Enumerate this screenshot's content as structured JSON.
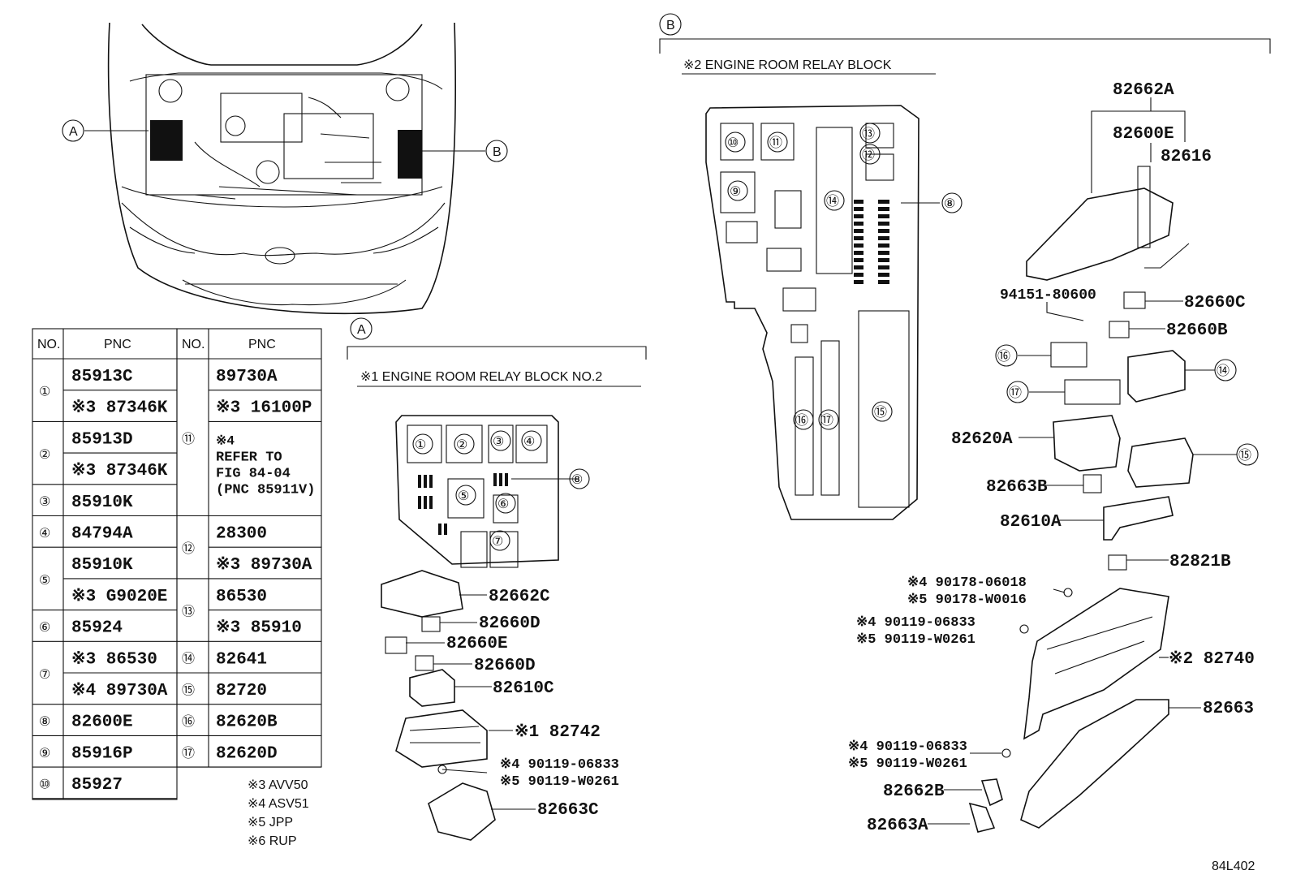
{
  "markers": {
    "a": "A",
    "b": "B"
  },
  "section_a": {
    "title": "※1 ENGINE ROOM RELAY BLOCK NO.2"
  },
  "section_b": {
    "title": "※2 ENGINE ROOM RELAY BLOCK"
  },
  "table": {
    "headers": {
      "no": "NO.",
      "pnc": "PNC"
    },
    "left": [
      {
        "no": "①",
        "pncs": [
          "85913C",
          "※3 87346K"
        ]
      },
      {
        "no": "②",
        "pncs": [
          "85913D",
          "※3 87346K"
        ]
      },
      {
        "no": "③",
        "pncs": [
          "85910K"
        ]
      },
      {
        "no": "④",
        "pncs": [
          "84794A"
        ]
      },
      {
        "no": "⑤",
        "pncs": [
          "85910K",
          "※3 G9020E"
        ]
      },
      {
        "no": "⑥",
        "pncs": [
          "85924"
        ]
      },
      {
        "no": "⑦",
        "pncs": [
          "※3 86530",
          "※4 89730A"
        ]
      },
      {
        "no": "⑧",
        "pncs": [
          "82600E"
        ]
      },
      {
        "no": "⑨",
        "pncs": [
          "85916P"
        ]
      },
      {
        "no": "⑩",
        "pncs": [
          "85927"
        ]
      }
    ],
    "right": [
      {
        "no": "⑪",
        "pncs": [
          "89730A",
          "※3 16100P",
          "※4",
          "REFER TO",
          "FIG 84-04",
          "(PNC 85911V)"
        ]
      },
      {
        "no": "⑫",
        "pncs": [
          "28300",
          "※3 89730A"
        ]
      },
      {
        "no": "⑬",
        "pncs": [
          "86530",
          "※3 85910"
        ]
      },
      {
        "no": "⑭",
        "pncs": [
          "82641"
        ]
      },
      {
        "no": "⑮",
        "pncs": [
          "82720"
        ]
      },
      {
        "no": "⑯",
        "pncs": [
          "82620B"
        ]
      },
      {
        "no": "⑰",
        "pncs": [
          "82620D"
        ]
      }
    ]
  },
  "notes": [
    "※3 AVV50",
    "※4 ASV51",
    "※5 JPP",
    "※6 RUP"
  ],
  "block_a_numbers": [
    "①",
    "②",
    "③",
    "④",
    "⑤",
    "⑥",
    "⑦",
    "⑧"
  ],
  "block_b_numbers": [
    "⑨",
    "⑩",
    "⑪",
    "⑫",
    "⑬",
    "⑭",
    "⑮",
    "⑯",
    "⑰",
    "⑧"
  ],
  "parts_a": {
    "p1": "82662C",
    "p2": "82660D",
    "p3": "82660E",
    "p4": "82660D",
    "p5": "82610C",
    "p6": "※1 82742",
    "p7a": "※4 90119-06833",
    "p7b": "※5 90119-W0261",
    "p8": "82663C"
  },
  "parts_b": {
    "p1": "82662A",
    "p2": "82600E",
    "p3": "82616",
    "p4": "94151-80600",
    "p5": "82660C",
    "p6": "82660B",
    "p7": "⑯",
    "p8": "⑭",
    "p9": "⑰",
    "p10": "82620A",
    "p11": "⑮",
    "p12": "82663B",
    "p13": "82610A",
    "p14": "82821B",
    "p15a": "※4 90178-06018",
    "p15b": "※5 90178-W0016",
    "p16a": "※4 90119-06833",
    "p16b": "※5 90119-W0261",
    "p17": "※2 82740",
    "p18": "82663",
    "p19a": "※4 90119-06833",
    "p19b": "※5 90119-W0261",
    "p20": "82662B",
    "p21": "82663A"
  },
  "figure_code": "84L402"
}
